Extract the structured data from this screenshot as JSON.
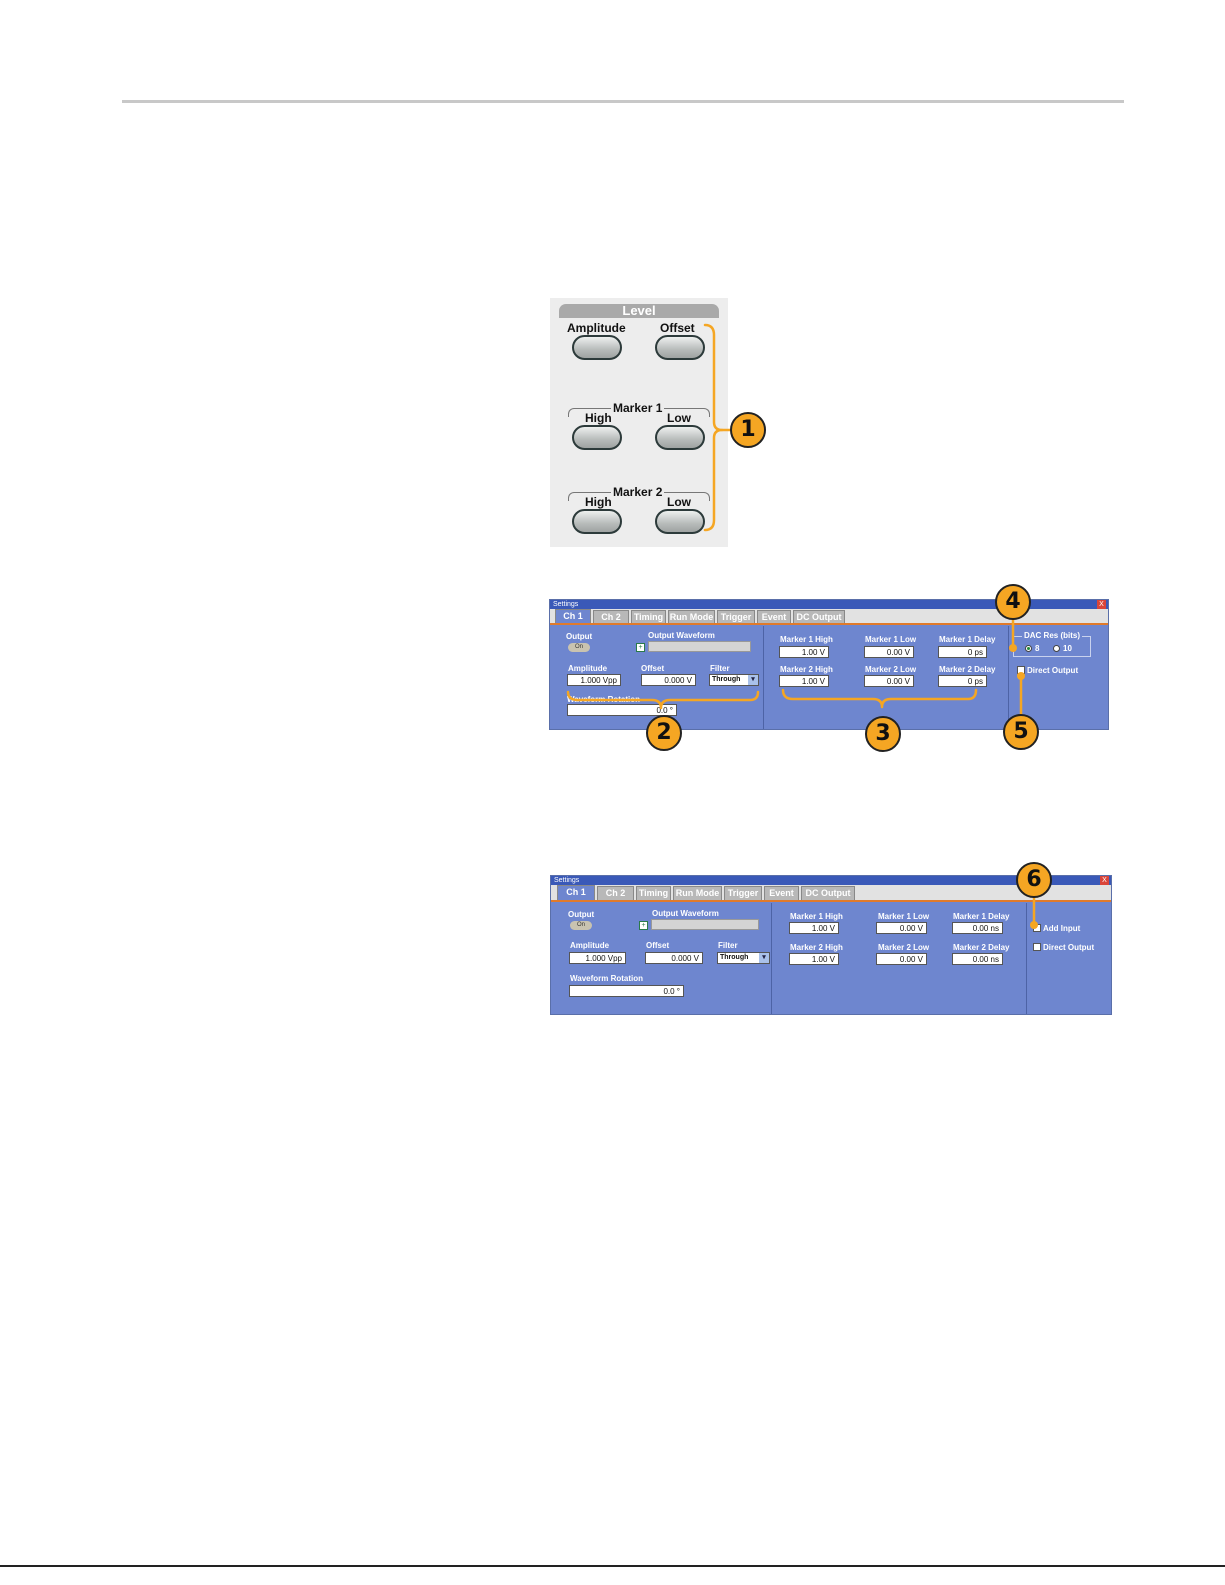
{
  "level_panel": {
    "title": "Level",
    "amplitude_label": "Amplitude",
    "offset_label": "Offset",
    "marker1": {
      "title": "Marker 1",
      "high_label": "High",
      "low_label": "Low"
    },
    "marker2": {
      "title": "Marker 2",
      "high_label": "High",
      "low_label": "Low"
    }
  },
  "callouts": [
    "1",
    "2",
    "3",
    "4",
    "5",
    "6"
  ],
  "window1": {
    "title": "Settings",
    "close": "X",
    "tabs": [
      "Ch 1",
      "Ch 2",
      "Timing",
      "Run Mode",
      "Trigger",
      "Event",
      "DC Output"
    ],
    "output_label": "Output",
    "output_button": "On",
    "output_waveform_label": "Output Waveform",
    "amplitude_label": "Amplitude",
    "amplitude_value": "1.000 Vpp",
    "offset_label": "Offset",
    "offset_value": "0.000 V",
    "filter_label": "Filter",
    "filter_value": "Through",
    "rotation_label": "Waveform Rotation",
    "rotation_value": "0.0 °",
    "m1_high_label": "Marker 1 High",
    "m1_high_value": "1.00 V",
    "m1_low_label": "Marker 1 Low",
    "m1_low_value": "0.00 V",
    "m1_delay_label": "Marker 1 Delay",
    "m1_delay_value": "0 ps",
    "m2_high_label": "Marker 2 High",
    "m2_high_value": "1.00 V",
    "m2_low_label": "Marker 2 Low",
    "m2_low_value": "0.00 V",
    "m2_delay_label": "Marker 2 Delay",
    "m2_delay_value": "0 ps",
    "dac_label": "DAC Res (bits)",
    "dac_options": [
      "8",
      "10"
    ],
    "dac_selected": "8",
    "direct_output_label": "Direct Output"
  },
  "window2": {
    "title": "Settings",
    "close": "X",
    "tabs": [
      "Ch 1",
      "Ch 2",
      "Timing",
      "Run Mode",
      "Trigger",
      "Event",
      "DC Output"
    ],
    "output_label": "Output",
    "output_button": "On",
    "output_waveform_label": "Output Waveform",
    "amplitude_label": "Amplitude",
    "amplitude_value": "1.000 Vpp",
    "offset_label": "Offset",
    "offset_value": "0.000 V",
    "filter_label": "Filter",
    "filter_value": "Through",
    "rotation_label": "Waveform Rotation",
    "rotation_value": "0.0 °",
    "m1_high_label": "Marker 1 High",
    "m1_high_value": "1.00 V",
    "m1_low_label": "Marker 1 Low",
    "m1_low_value": "0.00 V",
    "m1_delay_label": "Marker 1 Delay",
    "m1_delay_value": "0.00 ns",
    "m2_high_label": "Marker 2 High",
    "m2_high_value": "1.00 V",
    "m2_low_label": "Marker 2 Low",
    "m2_low_value": "0.00 V",
    "m2_delay_label": "Marker 2 Delay",
    "m2_delay_value": "0.00 ns",
    "add_input_label": "Add Input",
    "direct_output_label": "Direct Output"
  },
  "colors": {
    "callout": "#f5a623",
    "window_bg": "#6e86cf",
    "tab_underline": "#e07a2b"
  }
}
